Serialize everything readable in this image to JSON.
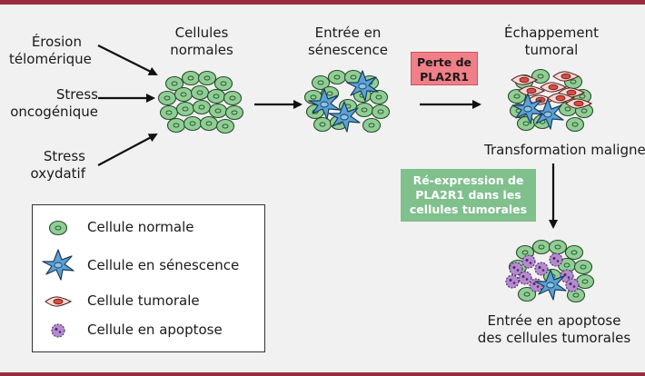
{
  "labels": {
    "erosion": [
      "Érosion",
      "télomérique"
    ],
    "stress_onco": [
      "Stress",
      "oncogénique"
    ],
    "stress_oxy": [
      "Stress",
      "oxydatif"
    ],
    "normal_cells": [
      "Cellules",
      "normales"
    ],
    "senescence": [
      "Entrée en",
      "sénescence"
    ],
    "escape": [
      "Échappement",
      "tumoral"
    ],
    "malignant": "Transformation maligne",
    "apoptosis": [
      "Entrée en apoptose",
      "des cellules tumorales"
    ]
  },
  "boxes": {
    "loss": [
      "Perte de",
      "PLA2R1"
    ],
    "reexpression": [
      "Ré-expression de",
      "PLA2R1 dans les",
      "cellules tumorales"
    ]
  },
  "legend": [
    {
      "label": "Cellule normale",
      "icon": "normal-cell-icon"
    },
    {
      "label": "Cellule en sénescence",
      "icon": "senescent-cell-icon"
    },
    {
      "label": "Cellule tumorale",
      "icon": "tumor-cell-icon"
    },
    {
      "label": "Cellule en apoptose",
      "icon": "apoptotic-cell-icon"
    }
  ],
  "colors": {
    "normal": "#8fcf95",
    "senescent": "#5aa3d6",
    "tumor": "#e0493f",
    "apoptotic": "#b58ad0",
    "pink_box": "#f07f88",
    "green_box": "#7fc08d",
    "accent_bar": "#9b2b3f"
  }
}
